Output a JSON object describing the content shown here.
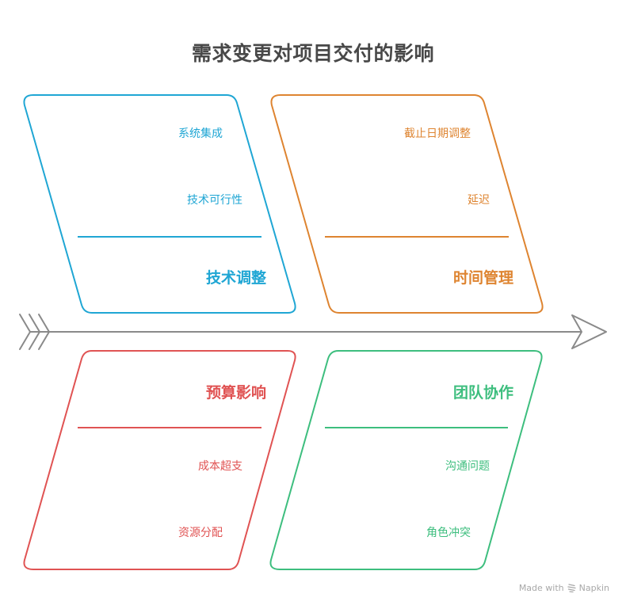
{
  "title": "需求变更对项目交付的影响",
  "colors": {
    "tech": "#1FA6D4",
    "time": "#DE8430",
    "budget": "#E05353",
    "team": "#3DBE7E",
    "spine": "#8A8A8A",
    "title": "#484848",
    "watermark": "#A8A8A8"
  },
  "categories": [
    {
      "id": "tech",
      "heading": "技术调整",
      "position": "top-left",
      "causes": [
        "系统集成",
        "技术可行性"
      ]
    },
    {
      "id": "time",
      "heading": "时间管理",
      "position": "top-right",
      "causes": [
        "截止日期调整",
        "延迟"
      ]
    },
    {
      "id": "budget",
      "heading": "预算影响",
      "position": "bottom-left",
      "causes": [
        "成本超支",
        "资源分配"
      ]
    },
    {
      "id": "team",
      "heading": "团队协作",
      "position": "bottom-right",
      "causes": [
        "沟通问题",
        "角色冲突"
      ]
    }
  ],
  "spine": {
    "tail_icon": "fishbone-tail-chevrons",
    "head_icon": "open-arrowhead"
  },
  "watermark": {
    "prefix": "Made with",
    "brand": "Napkin",
    "icon": "napkin-logo-icon"
  }
}
